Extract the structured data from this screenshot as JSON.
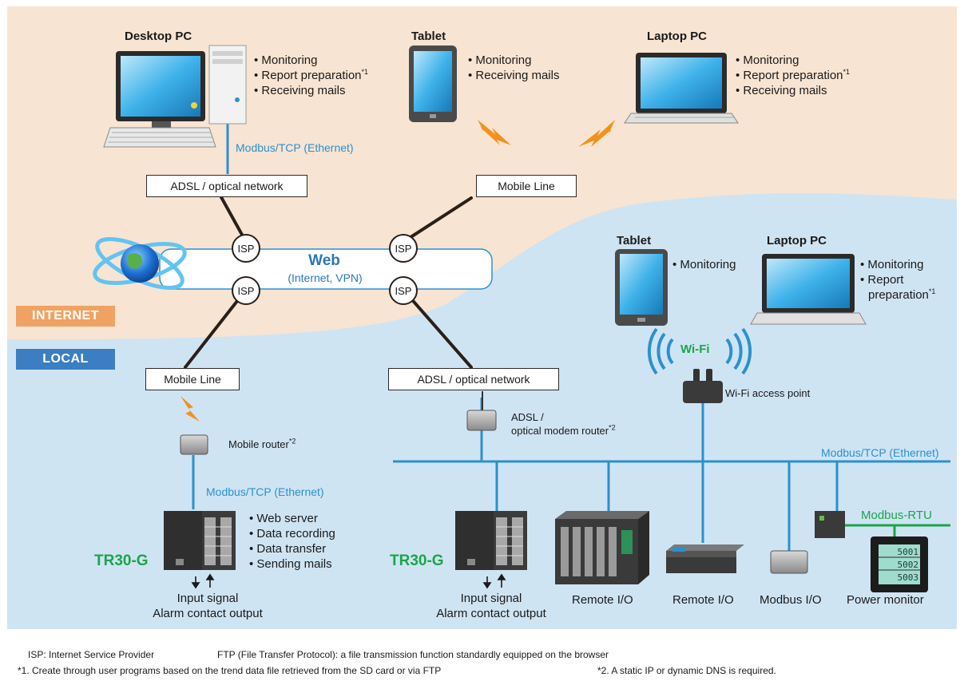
{
  "zones": {
    "internet": "INTERNET",
    "local": "LOCAL"
  },
  "web": {
    "title": "Web",
    "subtitle": "(Internet, VPN)",
    "isp": "ISP"
  },
  "desktop": {
    "title": "Desktop PC",
    "items": [
      "Monitoring",
      "Report preparation",
      "Receiving mails"
    ],
    "link": "Modbus/TCP (Ethernet)"
  },
  "tablet_top": {
    "title": "Tablet",
    "items": [
      "Monitoring",
      "Receiving mails"
    ]
  },
  "laptop_top": {
    "title": "Laptop PC",
    "items": [
      "Monitoring",
      "Report preparation",
      "Receiving mails"
    ]
  },
  "boxes": {
    "adsl_top": "ADSL / optical network",
    "mobile_top": "Mobile Line",
    "mobile_bottom": "Mobile Line",
    "adsl_bottom": "ADSL / optical network"
  },
  "tablet_local": {
    "title": "Tablet",
    "items": [
      "Monitoring"
    ]
  },
  "laptop_local": {
    "title": "Laptop PC",
    "items": [
      "Monitoring",
      "Report",
      "preparation"
    ]
  },
  "wifi": {
    "label": "Wi-Fi",
    "ap": "Wi-Fi access point"
  },
  "mobile_router": "Mobile router",
  "modem_router": [
    "ADSL /",
    "optical modem router"
  ],
  "modbus_tcp": "Modbus/TCP (Ethernet)",
  "modbus_rtu": "Modbus-RTU",
  "tr30_left": {
    "name": "TR30-G",
    "items": [
      "Web server",
      "Data recording",
      "Data transfer",
      "Sending mails"
    ],
    "io": [
      "Input signal",
      "Alarm contact output"
    ]
  },
  "tr30_right": {
    "name": "TR30-G",
    "io": [
      "Input signal",
      "Alarm contact output"
    ]
  },
  "devices": {
    "remote1": "Remote I/O",
    "remote2": "Remote I/O",
    "modbus_io": "Modbus I/O",
    "power": "Power monitor",
    "meter_values": [
      "5001",
      "5002",
      "5003"
    ]
  },
  "marks": {
    "one": "*1",
    "two": "*2"
  },
  "notes": {
    "isp": "ISP: Internet Service Provider",
    "ftp": "FTP (File Transfer Protocol): a file transmission function standardly equipped on the browser",
    "n1": "*1. Create through user programs based on the trend data file retrieved from the SD card or via FTP",
    "n2": "*2. A static IP or dynamic DNS is required."
  },
  "colors": {
    "internet_bg": "#f8e4d2",
    "local_bg": "#cfe4f3",
    "ethernet": "#2a91cf",
    "bolt": "#f0921e",
    "green": "#1aa54a",
    "internet_tag": "#f0a263",
    "local_tag": "#3c7ec1"
  }
}
